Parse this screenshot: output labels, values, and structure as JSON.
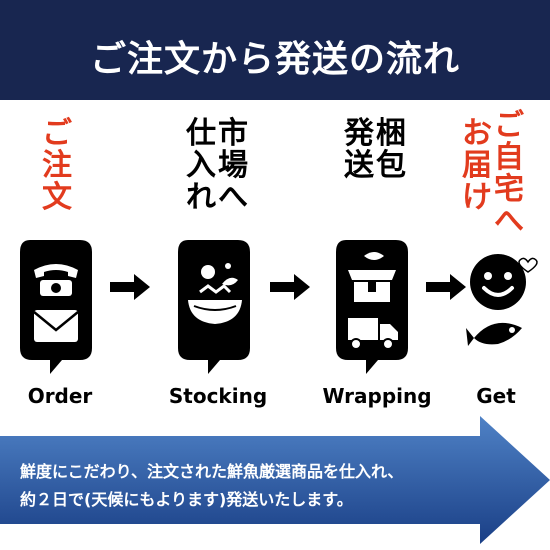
{
  "header": {
    "title": "ご注文から発送の流れ"
  },
  "steps": [
    {
      "jp": [
        "ご",
        "注",
        "文"
      ],
      "label": "Order"
    },
    {
      "jp_col1": [
        "仕",
        "入",
        "れ"
      ],
      "jp_col2": [
        "市",
        "場",
        "へ"
      ],
      "label": "Stocking"
    },
    {
      "jp_col1": [
        "送"
      ],
      "jp_col2": [
        "包"
      ],
      "jp_top": [
        "発",
        "梱"
      ],
      "label": "Wrapping"
    },
    {
      "jp_col1": [
        "お",
        "届",
        "け"
      ],
      "jp_col2": [
        "ご",
        "自",
        "宅",
        "へ"
      ],
      "label": "Get"
    }
  ],
  "banner": {
    "line1": "鮮度にこだわり、注文された鮮魚厳選商品を仕入れ、",
    "line2": "約２日で(天候にもよります)発送いたします。"
  },
  "colors": {
    "navy": "#182650",
    "red": "#e23b1e",
    "banner_light": "#4f82c6",
    "banner_dark": "#1a3f86"
  },
  "icons": [
    "phone-icon",
    "envelope-icon",
    "fish-bowl-icon",
    "box-icon",
    "truck-icon",
    "smiley-icon",
    "heart-icon",
    "fish-icon"
  ]
}
